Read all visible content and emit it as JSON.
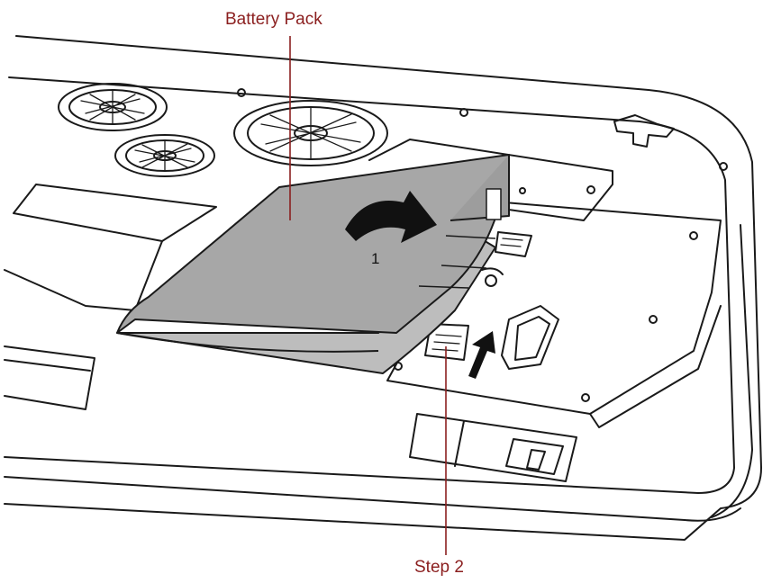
{
  "callouts": {
    "battery_pack": "Battery Pack",
    "step_2": "Step 2",
    "step_1_marker": "1"
  },
  "colors": {
    "callout_text": "#8b1f1f",
    "leader_line": "#8b1f1f",
    "battery_fill": "#a7a7a7",
    "battery_top": "#9d9d9d",
    "battery_side": "#bdbdbd",
    "outline": "#1a1a1a"
  },
  "icons": {
    "rotate_arrow": "curved-arrow-right-icon",
    "slide_arrow": "arrow-up-icon"
  }
}
